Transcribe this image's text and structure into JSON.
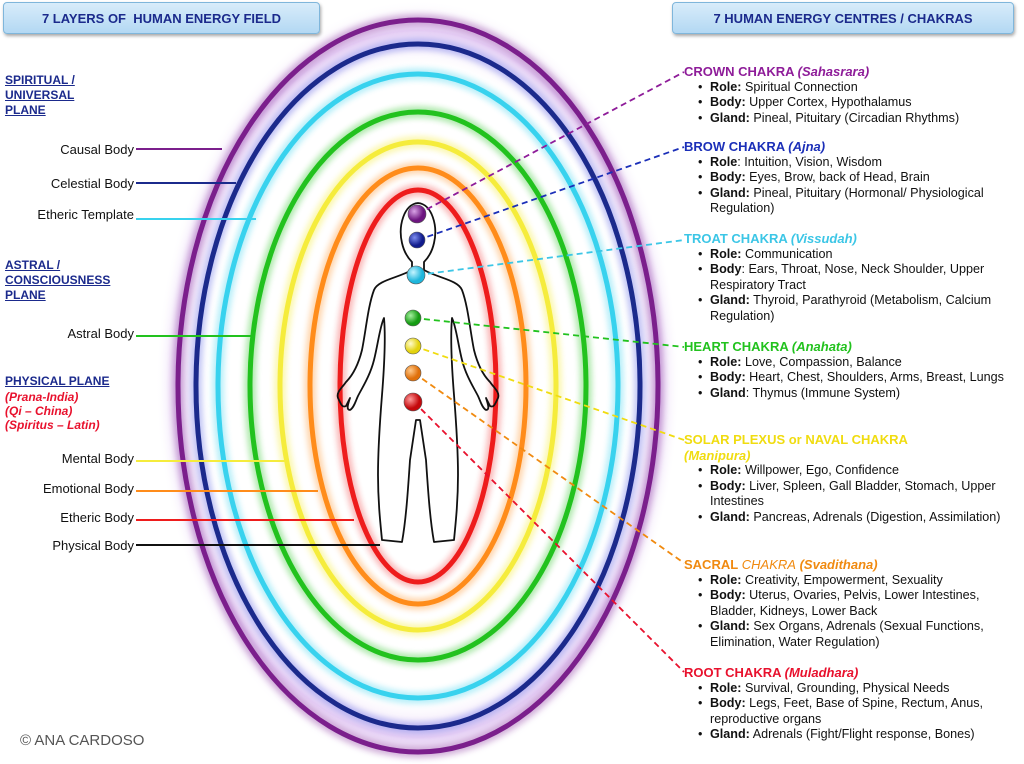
{
  "titles": {
    "left": "7 LAYERS OF  HUMAN ENERGY FIELD",
    "right": "7 HUMAN ENERGY CENTRES / CHAKRAS"
  },
  "planes": {
    "spiritual": [
      "SPIRITUAL /",
      "UNIVERSAL",
      "PLANE"
    ],
    "astral": [
      "ASTRAL /",
      "CONSCIOUSNESS",
      "PLANE"
    ],
    "physical": "PHYSICAL PLANE",
    "physical_names": [
      "(Prana-India)",
      "(Qi – China)",
      "(Spiritus – Latin)"
    ]
  },
  "layers": [
    {
      "label": "Causal Body",
      "color": "#7b1f8c"
    },
    {
      "label": "Celestial Body",
      "color": "#1b2a8c"
    },
    {
      "label": "Etheric Template",
      "color": "#38d2ee"
    },
    {
      "label": "Astral Body",
      "color": "#22c21e"
    },
    {
      "label": "Mental Body",
      "color": "#f5ec3c"
    },
    {
      "label": "Emotional Body",
      "color": "#ff8c1a"
    },
    {
      "label": "Etheric Body",
      "color": "#ee1c1c"
    },
    {
      "label": "Physical Body",
      "color": "#111111"
    }
  ],
  "chakras": [
    {
      "name": "CROWN CHAKRA",
      "alt": "(Sahasrara)",
      "color": "#8e1c99",
      "items": [
        [
          "Role:",
          " Spiritual Connection"
        ],
        [
          "Body:",
          " Upper Cortex, Hypothalamus"
        ],
        [
          "Gland:",
          " Pineal, Pituitary (Circadian Rhythms)"
        ]
      ]
    },
    {
      "name": "BROW CHAKRA",
      "alt": "(Ajna)",
      "color": "#1b2fb8",
      "items": [
        [
          "Role",
          ": Intuition, Vision, Wisdom"
        ],
        [
          "Body:",
          " Eyes, Brow, back of Head, Brain"
        ],
        [
          "Gland:",
          " Pineal, Pituitary (Hormonal/ Physiological Regulation)"
        ]
      ]
    },
    {
      "name": "TROAT CHAKRA",
      "alt": "(Vissudah)",
      "color": "#3cc6e6",
      "items": [
        [
          "Role:",
          " Communication"
        ],
        [
          "Body",
          ": Ears, Throat, Nose, Neck Shoulder, Upper Respiratory Tract"
        ],
        [
          "Gland:",
          " Thyroid, Parathyroid (Metabolism, Calcium Regulation)"
        ]
      ]
    },
    {
      "name": "HEART CHAKRA",
      "alt": "(Anahata)",
      "color": "#22c21e",
      "items": [
        [
          "Role:",
          " Love, Compassion, Balance"
        ],
        [
          "Body:",
          " Heart, Chest, Shoulders, Arms, Breast, Lungs"
        ],
        [
          "Gland",
          ": Thymus (Immune System)"
        ]
      ]
    },
    {
      "name": "SOLAR PLEXUS or NAVAL CHAKRA",
      "alt": "(Manipura)",
      "color": "#f0dc10",
      "items": [
        [
          "Role:",
          " Willpower, Ego, Confidence"
        ],
        [
          "Body:",
          " Liver, Spleen, Gall Bladder, Stomach, Upper Intestines"
        ],
        [
          "Gland:",
          " Pancreas, Adrenals (Digestion, Assimilation)"
        ]
      ]
    },
    {
      "name": "SACRAL",
      "name2": " CHAKRA",
      "alt": "(Svadithana)",
      "color": "#f08a10",
      "items": [
        [
          "Role:",
          " Creativity, Empowerment, Sexuality"
        ],
        [
          "Body:",
          " Uterus, Ovaries, Pelvis, Lower Intestines, Bladder, Kidneys, Lower Back"
        ],
        [
          "Gland:",
          " Sex Organs, Adrenals (Sexual Functions, Elimination, Water Regulation)"
        ]
      ]
    },
    {
      "name": "ROOT CHAKRA",
      "alt": "(Muladhara)",
      "color": "#e8112d",
      "items": [
        [
          "Role:",
          " Survival, Grounding, Physical Needs"
        ],
        [
          "Body:",
          " Legs, Feet, Base of Spine, Rectum, Anus, reproductive organs"
        ],
        [
          "Gland:",
          " Adrenals (Fight/Flight response, Bones)"
        ]
      ]
    }
  ],
  "copyright": "© ANA CARDOSO"
}
